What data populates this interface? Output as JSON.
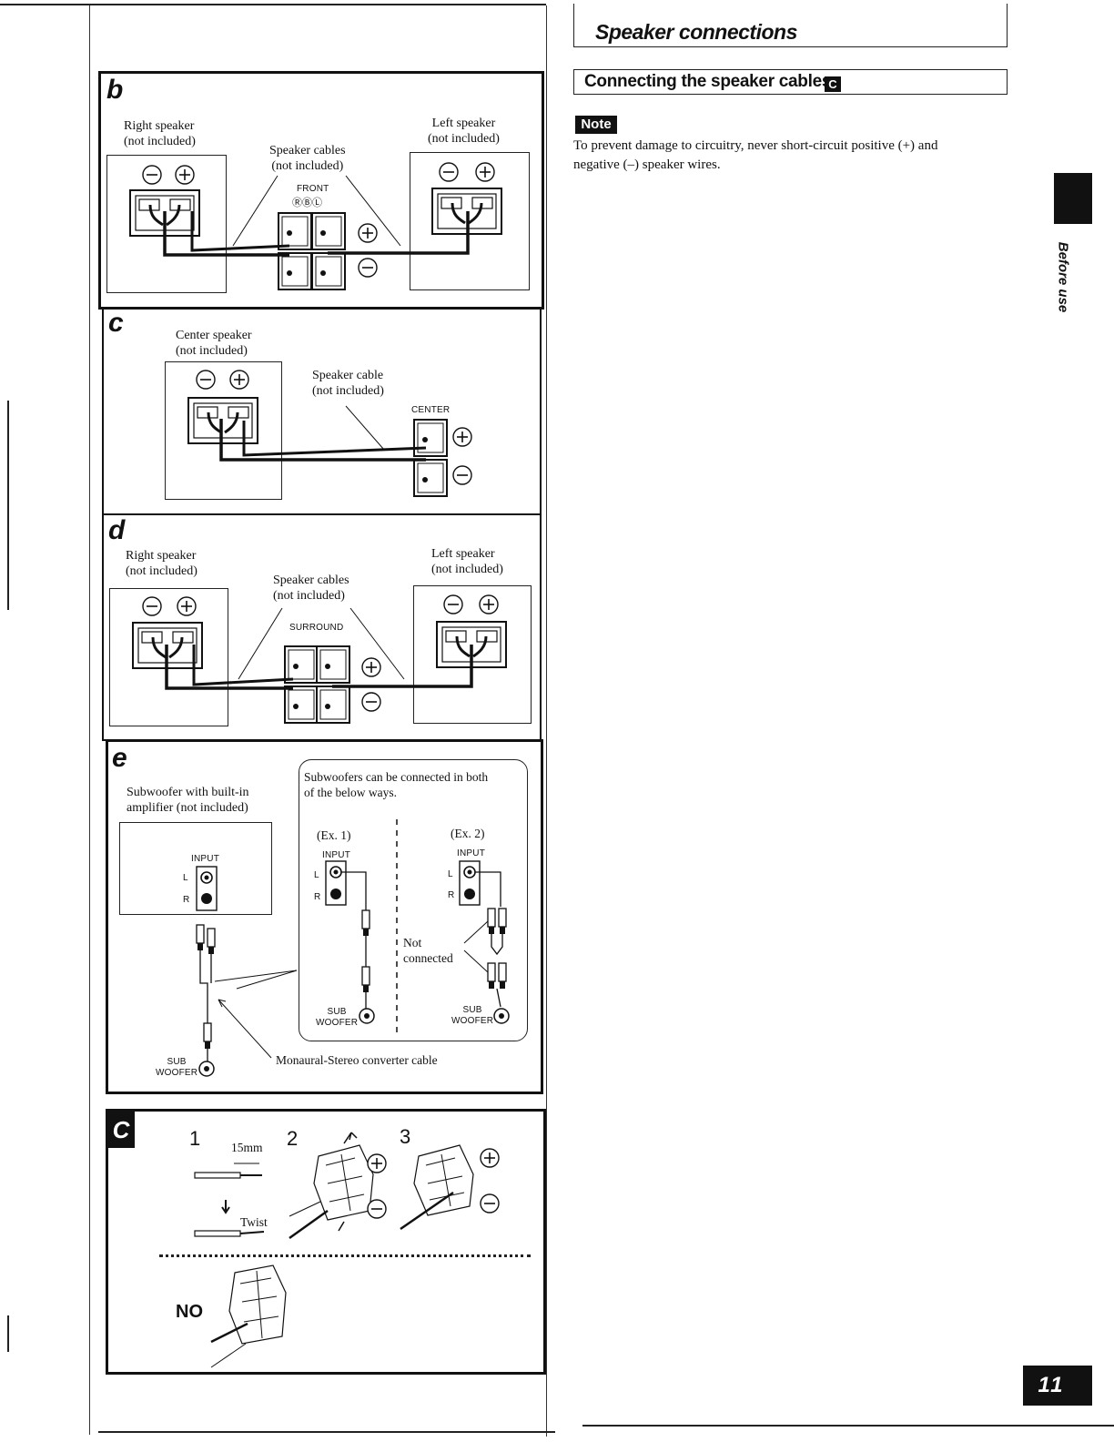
{
  "header": {
    "section_title": "Speaker connections",
    "subsection_title": "Connecting the speaker cables",
    "subsection_marker": "C"
  },
  "note": {
    "badge": "Note",
    "text_line1": "To prevent damage to circuitry, never short-circuit positive (+) and",
    "text_line2": "negative (–) speaker wires."
  },
  "side_tab": {
    "label": "Before use"
  },
  "page_number": "11",
  "panel_b": {
    "letter": "b",
    "right_speaker": "Right speaker\n(not included)",
    "left_speaker": "Left speaker\n(not included)",
    "cables": "Speaker cables\n(not included)",
    "terminal_label": "FRONT"
  },
  "panel_c": {
    "letter": "c",
    "center_speaker": "Center speaker\n(not included)",
    "cable": "Speaker cable\n(not included)",
    "terminal_label": "CENTER"
  },
  "panel_d": {
    "letter": "d",
    "right_speaker": "Right speaker\n(not included)",
    "left_speaker": "Left speaker\n(not included)",
    "cables": "Speaker cables\n(not included)",
    "terminal_label": "SURROUND"
  },
  "panel_e": {
    "letter": "e",
    "subwoofer": "Subwoofer with built-in\namplifier (not included)",
    "both_ways": "Subwoofers can be connected in both\nof the below ways.",
    "ex1": "(Ex. 1)",
    "ex2": "(Ex. 2)",
    "input": "INPUT",
    "l": "L",
    "r": "R",
    "not_connected": "Not\nconnected",
    "sub_woofer": "SUB\nWOOFER",
    "converter": "Monaural-Stereo converter cable"
  },
  "panel_C": {
    "marker": "C",
    "step1": "1",
    "step2": "2",
    "step3": "3",
    "strip_length": "15mm",
    "twist": "Twist",
    "no": "NO"
  }
}
